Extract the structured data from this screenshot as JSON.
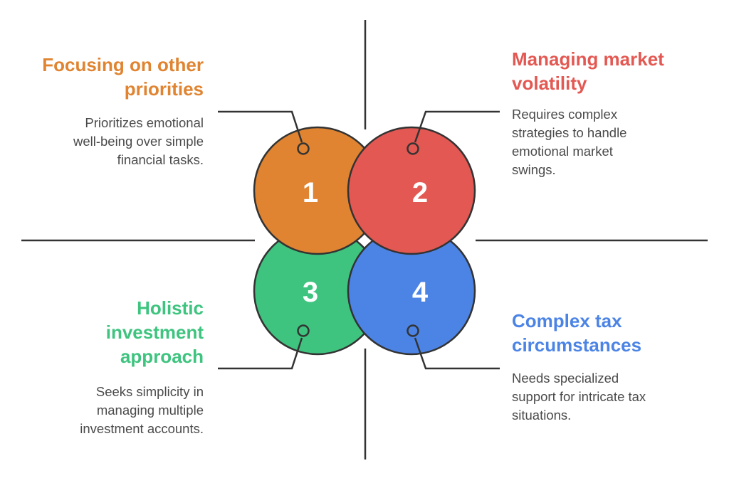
{
  "colors": {
    "orange": "#E08431",
    "red": "#E35852",
    "green": "#3EC47F",
    "blue": "#4C84E6",
    "line": "#333333",
    "text": "#4a4a4a"
  },
  "items": [
    {
      "number": "1",
      "title": "Focusing on other priorities",
      "title_lines": [
        "Focusing on other",
        "priorities"
      ],
      "description_lines": [
        "Prioritizes emotional",
        "well-being over simple",
        "financial tasks."
      ]
    },
    {
      "number": "2",
      "title": "Managing market volatility",
      "title_lines": [
        "Managing market",
        "volatility"
      ],
      "description_lines": [
        "Requires complex",
        "strategies to handle",
        "emotional market",
        "swings."
      ]
    },
    {
      "number": "3",
      "title": "Holistic investment approach",
      "title_lines": [
        "Holistic",
        "investment",
        "approach"
      ],
      "description_lines": [
        "Seeks simplicity in",
        "managing multiple",
        "investment accounts."
      ]
    },
    {
      "number": "4",
      "title": "Complex tax circumstances",
      "title_lines": [
        "Complex tax",
        "circumstances"
      ],
      "description_lines": [
        "Needs specialized",
        "support for intricate tax",
        "situations."
      ]
    }
  ]
}
